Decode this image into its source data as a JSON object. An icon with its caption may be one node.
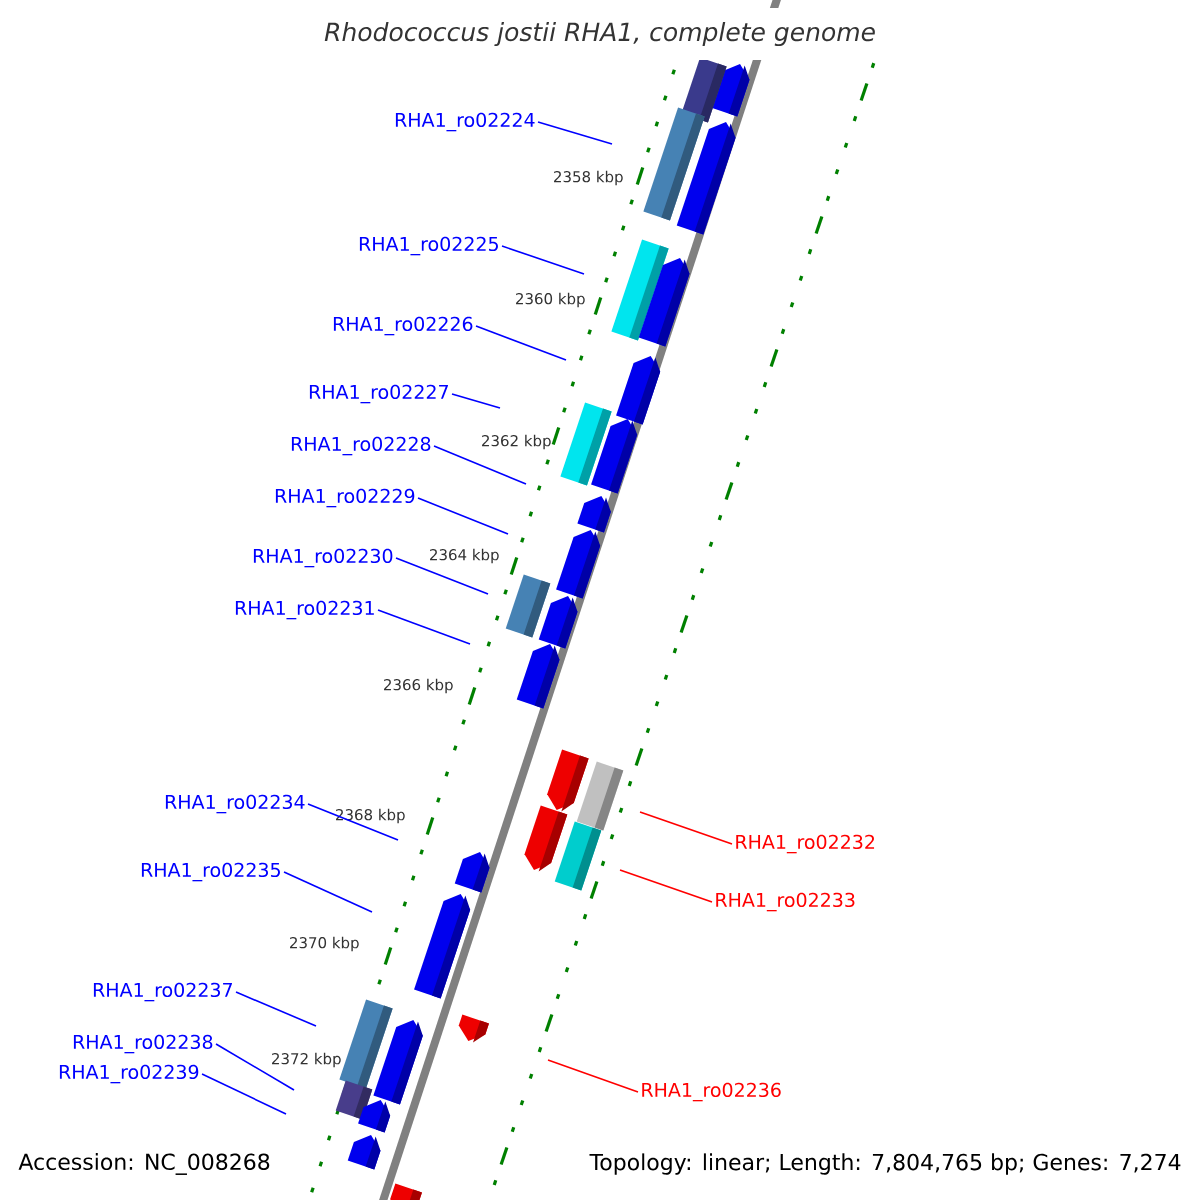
{
  "diagram": {
    "title": "Rhodococcus jostii RHA1, complete genome",
    "nodes": [
      {
        "text": [
          "RHA1_ro02224"
        ]
      },
      {
        "text": [
          "RHA1_ro02225"
        ]
      },
      {
        "text": [
          "RHA1_ro02226"
        ]
      },
      {
        "text": [
          "RHA1_ro02227"
        ]
      },
      {
        "text": [
          "RHA1_ro02228"
        ]
      },
      {
        "text": [
          "RHA1_ro02229"
        ]
      },
      {
        "text": [
          "RHA1_ro02230"
        ]
      },
      {
        "text": [
          "RHA1_ro02231"
        ]
      },
      {
        "text": [
          "RHA1_ro02234"
        ]
      },
      {
        "text": [
          "RHA1_ro02232"
        ]
      },
      {
        "text": [
          "RHA1_ro02235"
        ]
      },
      {
        "text": [
          "RHA1_ro02233"
        ]
      },
      {
        "text": [
          "RHA1_ro02237"
        ]
      },
      {
        "text": [
          "RHA1_ro02238"
        ]
      },
      {
        "text": [
          "RHA1_ro02239"
        ]
      },
      {
        "text": [
          "RHA1_ro02236"
        ]
      }
    ],
    "edges": [
      {
        "from": 0,
        "to": null,
        "arrow": "none"
      },
      {
        "from": 1,
        "to": null,
        "arrow": "none"
      },
      {
        "from": 2,
        "to": null,
        "arrow": "none"
      },
      {
        "from": 3,
        "to": null,
        "arrow": "none"
      },
      {
        "from": 4,
        "to": null,
        "arrow": "none"
      },
      {
        "from": 5,
        "to": null,
        "arrow": "none"
      },
      {
        "from": 6,
        "to": null,
        "arrow": "none"
      },
      {
        "from": 7,
        "to": null,
        "arrow": "none"
      },
      {
        "from": 8,
        "to": null,
        "arrow": "none"
      },
      {
        "from": 9,
        "to": null,
        "arrow": "none",
        "color": "#ff0000"
      },
      {
        "from": 10,
        "to": null,
        "arrow": "none"
      },
      {
        "from": 11,
        "to": null,
        "arrow": "none",
        "color": "#ff0000"
      },
      {
        "from": 12,
        "to": null,
        "arrow": "none"
      },
      {
        "from": 13,
        "to": null,
        "arrow": "none"
      },
      {
        "from": 14,
        "to": null,
        "arrow": "none"
      },
      {
        "from": 15,
        "to": null,
        "arrow": "none",
        "color": "#ff0000"
      }
    ],
    "labels": [
      "2358 kbp",
      "2360 kbp",
      "2362 kbp",
      "2364 kbp",
      "2366 kbp",
      "2368 kbp",
      "2370 kbp",
      "2372 kbp",
      "Accession: NC_008268",
      "Topology: linear; Length: 7,804,765 bp; Genes: 7,274"
    ]
  }
}
